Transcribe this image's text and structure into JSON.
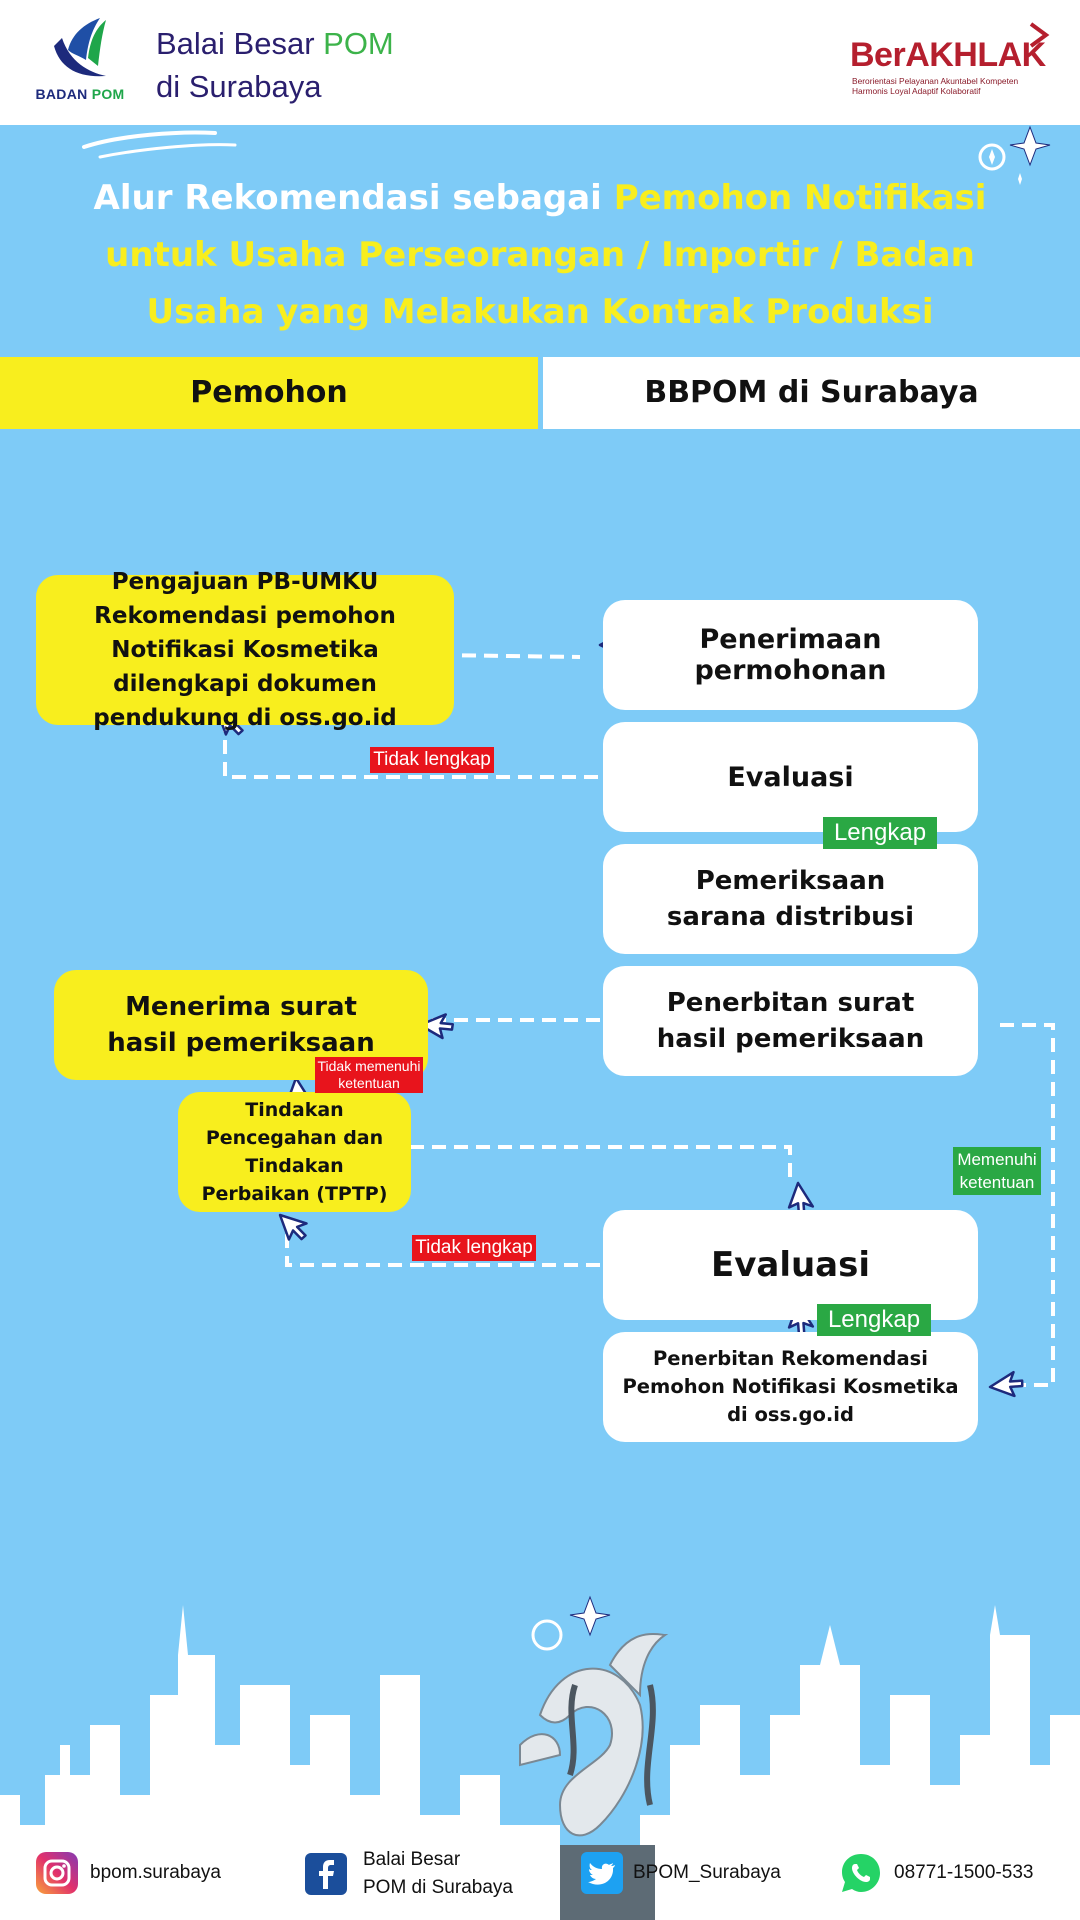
{
  "header": {
    "logo_caption_1": "BADAN",
    "logo_caption_2": "POM",
    "org_line1_part1": "Balai Besar ",
    "org_line1_part2": "POM",
    "org_line2": "di Surabaya",
    "akhlak_word": "BerAKHLAK",
    "akhlak_tag_line1": "Berorientasi Pelayanan Akuntabel Kompeten",
    "akhlak_tag_line2": "Harmonis Loyal Adaptif Kolaboratif"
  },
  "title": {
    "part1": "Alur Rekomendasi sebagai ",
    "part2": "Pemohon Notifikasi untuk Usaha Perseorangan / Importir / Badan Usaha yang Melakukan Kontrak Produksi"
  },
  "lanes": {
    "left": "Pemohon",
    "right": "BBPOM di Surabaya"
  },
  "steps": {
    "pengajuan": "Pengajuan PB-UMKU Rekomendasi pemohon Notifikasi Kosmetika dilengkapi dokumen pendukung di oss.go.id",
    "penerimaan": "Penerimaan permohonan",
    "evaluasi1": "Evaluasi",
    "pemeriksaan": "Pemeriksaan sarana distribusi",
    "penerbitan_surat": "Penerbitan surat hasil pemeriksaan",
    "menerima": "Menerima surat hasil pemeriksaan",
    "tptp": "Tindakan Pencegahan dan Tindakan Perbaikan (TPTP)",
    "evaluasi2": "Evaluasi",
    "penerbitan_rekomendasi": "Penerbitan Rekomendasi Pemohon Notifikasi Kosmetika di oss.go.id"
  },
  "labels": {
    "tidak_lengkap_1": "Tidak lengkap",
    "lengkap_1": "Lengkap",
    "tidak_memenuhi": "Tidak memenuhi ketentuan",
    "memenuhi": "Memenuhi ketentuan",
    "tidak_lengkap_2": "Tidak lengkap",
    "lengkap_2": "Lengkap"
  },
  "footer": {
    "instagram": "bpom.surabaya",
    "facebook_line1": "Balai Besar",
    "facebook_line2": "POM di Surabaya",
    "twitter": "BPOM_Surabaya",
    "whatsapp": "08771-1500-533"
  },
  "icons": {
    "instagram": "instagram-icon",
    "facebook": "facebook-icon",
    "twitter": "twitter-icon",
    "whatsapp": "whatsapp-icon"
  },
  "colors": {
    "sky": "#7ecbf7",
    "yellow": "#f8ee1e",
    "red_tag": "#e8141c",
    "green_tag": "#2aa844",
    "brand_red": "#b51f2e",
    "brand_navy": "#2a1f6e"
  }
}
